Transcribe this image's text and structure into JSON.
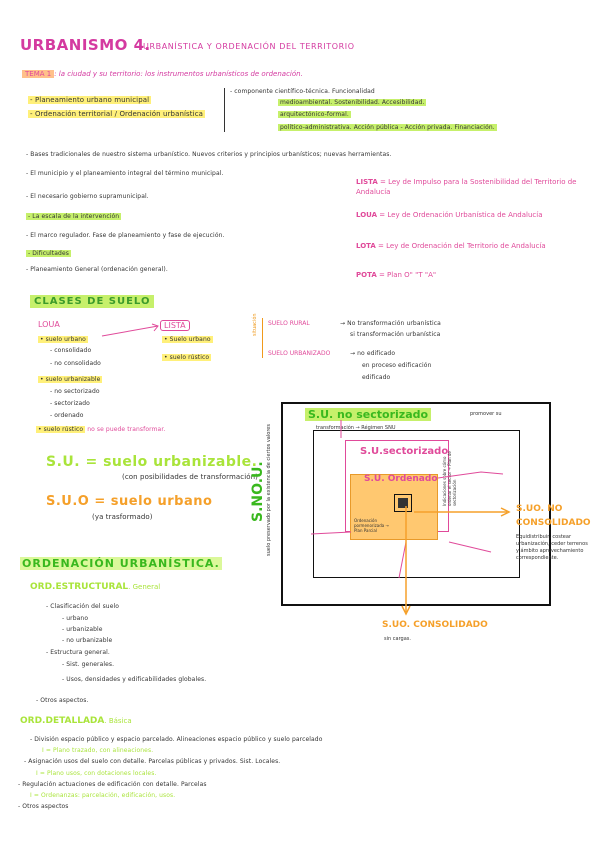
{
  "header": {
    "title": "URBANISMO 4.",
    "subtitle": "URBANÍSTICA Y ORDENACIÓN DEL TERRITORIO"
  },
  "tema": {
    "label": "TEMA 1",
    "text": ": la ciudad y su territorio: los instrumentos urbanísticos de ordenación."
  },
  "planning": {
    "items": [
      "- Planeamiento urbano municipal",
      "- Ordenación territorial / Ordenación urbanística"
    ],
    "components": [
      "- componente científico-técnica. Funcionalidad",
      "medioambiental. Sostenibilidad. Accesibilidad.",
      "arquitectónico-formal.",
      "político-administrativa. Acción pública - Acción privada. Financiación."
    ]
  },
  "notes": [
    "- Bases tradicionales de nuestro sistema urbanístico. Nuevos criterios y principios urbanísticos; nuevas herramientas.",
    "- El municipio y el planeamiento integral del término municipal.",
    "- El necesario gobierno supramunicipal.",
    "- La escala de la intervención",
    "- El marco regulador. Fase de planeamiento y fase de ejecución.",
    "- Dificultades",
    "- Planeamiento General (ordenación general)."
  ],
  "acronyms": [
    {
      "key": "LISTA",
      "value": "= Ley de Impulso para la Sostenibilidad del Territorio de Andalucía"
    },
    {
      "key": "LOUA",
      "value": "= Ley de Ordenación Urbanística de Andalucía"
    },
    {
      "key": "LOTA",
      "value": "= Ley de Ordenación del Territorio de Andalucía"
    },
    {
      "key": "POTA",
      "value": "= Plan O\"     \"T      \"A\""
    }
  ],
  "clases": {
    "heading": "CLASES DE SUELO",
    "loua_label": "LOUA",
    "lista_label": "LISTA",
    "loua_items": [
      "• suelo urbano",
      "- consolidado",
      "- no consolidado",
      "• suelo urbanizable",
      "- no sectorizado",
      "- sectorizado",
      "- ordenado",
      "• suelo rústico",
      "no se puede transformar."
    ],
    "lista_items": [
      "• Suelo urbano",
      "• suelo rústico"
    ],
    "lista_rural_label": "SUELO RURAL",
    "lista_rural_notes": [
      "→ No transformación urbanística",
      "si transformación urbanística"
    ],
    "lista_urb_label": "SUELO URBANIZADO",
    "lista_urb_notes": [
      "→ no edificado",
      "en proceso edificación",
      "edificado"
    ],
    "situacion_label": "situación",
    "suz_def": "S.U. = suelo urbanizable.",
    "suz_note": "(con posibilidades de transformación)",
    "suo_def": "S.U.O = suelo urbano",
    "suo_note": "(ya trasformado)"
  },
  "diagram": {
    "snoo": "S.NO.U.",
    "snoo_note": "suelo preservado por la existencia de ciertos valores",
    "ns_label": "S.U. no sectorizado",
    "ns_note1": "promover su",
    "ns_note2": "transformación → Régimen SNU",
    "sect_label": "S.U.sectorizado",
    "sect_note": "Indicaciones sobre cómo ordenar el sector → Plan de sectorización",
    "ord_label": "S.U. Ordenado",
    "ord_note": "Ordenación pormenorizada → Plan Parcial",
    "suo_nc_label": "S.UO. NO CONSOLIDADO",
    "suo_nc_note": "Equidistribuir, costear urbanización, ceder terrenos y ámbito aprovechamiento correspondiente.",
    "suo_c_label": "S.UO. CONSOLIDADO",
    "suo_c_note": "sin cargas."
  },
  "ordenacion": {
    "heading": "ORDENACIÓN URBANÍSTICA.",
    "estructural_label": "ORD.ESTRUCTURAL",
    "estructural_sub": ". General",
    "estructural_items": [
      "- Clasificación del suelo",
      "- urbano",
      "- urbanizable",
      "- no urbanizable",
      "- Estructura general.",
      "- Sist. generales.",
      "- Usos, densidades y edificabilidades globales.",
      "- Otros aspectos."
    ],
    "detallada_label": "ORD.DETALLADA",
    "detallada_sub": ". Básica",
    "detallada_items": [
      "- División espacio público y espacio parcelado. Alineaciones espacio público y suelo parcelado",
      "I = Plano trazado, con alineaciones.",
      "- Asignación usos del suelo con detalle. Parcelas públicas y privados. Sist. Locales.",
      "I = Plano usos, con dotaciones locales.",
      "- Regulación actuaciones de edificación con detalle. Parcelas",
      "I = Ordenanzas: parcelación, edificación, usos.",
      "- Otros aspectos"
    ]
  },
  "colors": {
    "pink": "#e04a9a",
    "green": "#39b81e",
    "lime": "#a9e43a",
    "orange": "#f5a02a",
    "highlight_green": "#c6f06b",
    "highlight_yellow": "#fff07a",
    "ordenado_fill": "#ffc870"
  }
}
